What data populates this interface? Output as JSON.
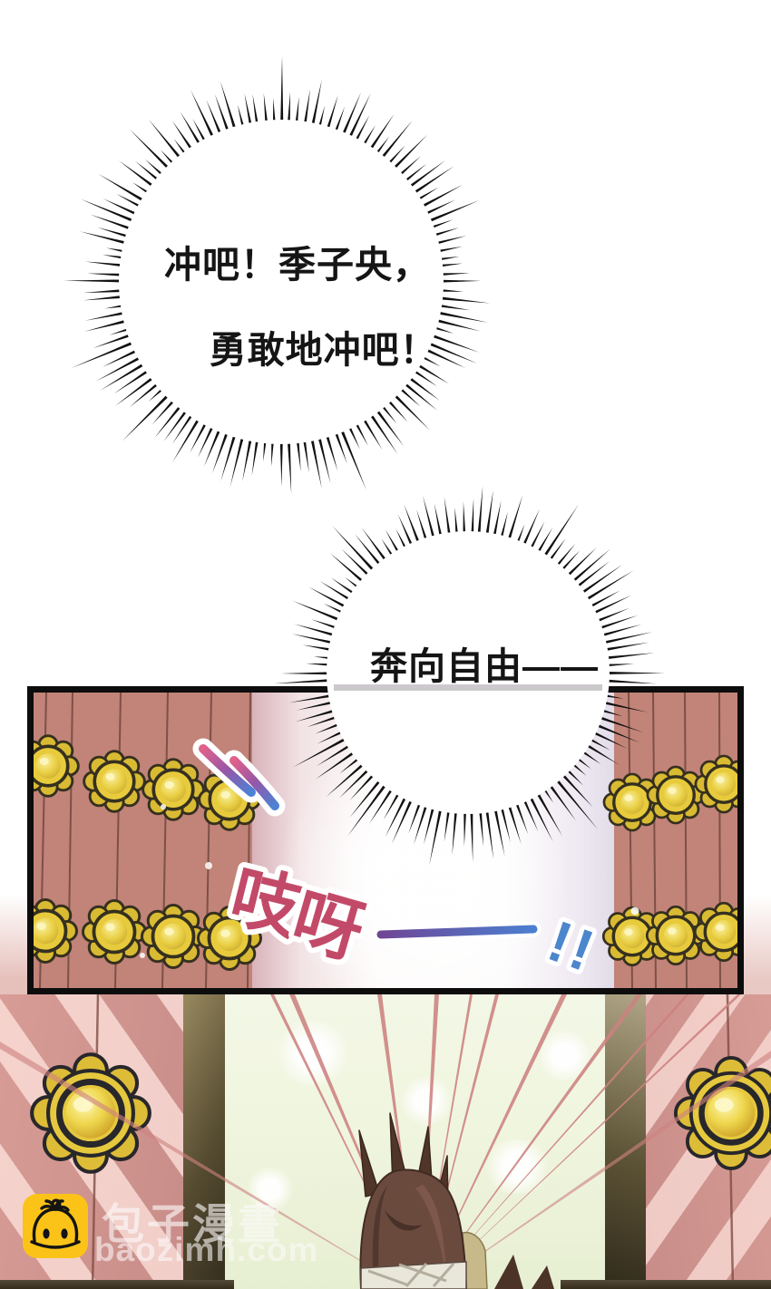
{
  "bubble1": {
    "line1": "冲吧！季子央，",
    "line2": "勇敢地冲吧！"
  },
  "bubble2": {
    "text": "奔向自由——"
  },
  "sfx": {
    "creak_char1": "吱",
    "creak_char2": "呀",
    "exclaim": "!!"
  },
  "watermark": {
    "title": "包子漫畫",
    "domain": "baozimh.com"
  },
  "colors": {
    "door_salmon": "#c28378",
    "door_plank_line": "#714840",
    "stud_gold": "#e8cb3c",
    "sfx_red": "#c24a68",
    "sfx_blue": "#4c82d0",
    "bottom_door_pink": "#cf938e",
    "ray_pink": "#cd8280",
    "bright_center": "#f0f5de",
    "logo_yellow": "#fbc318",
    "panel_border": "#0d0d0d"
  }
}
